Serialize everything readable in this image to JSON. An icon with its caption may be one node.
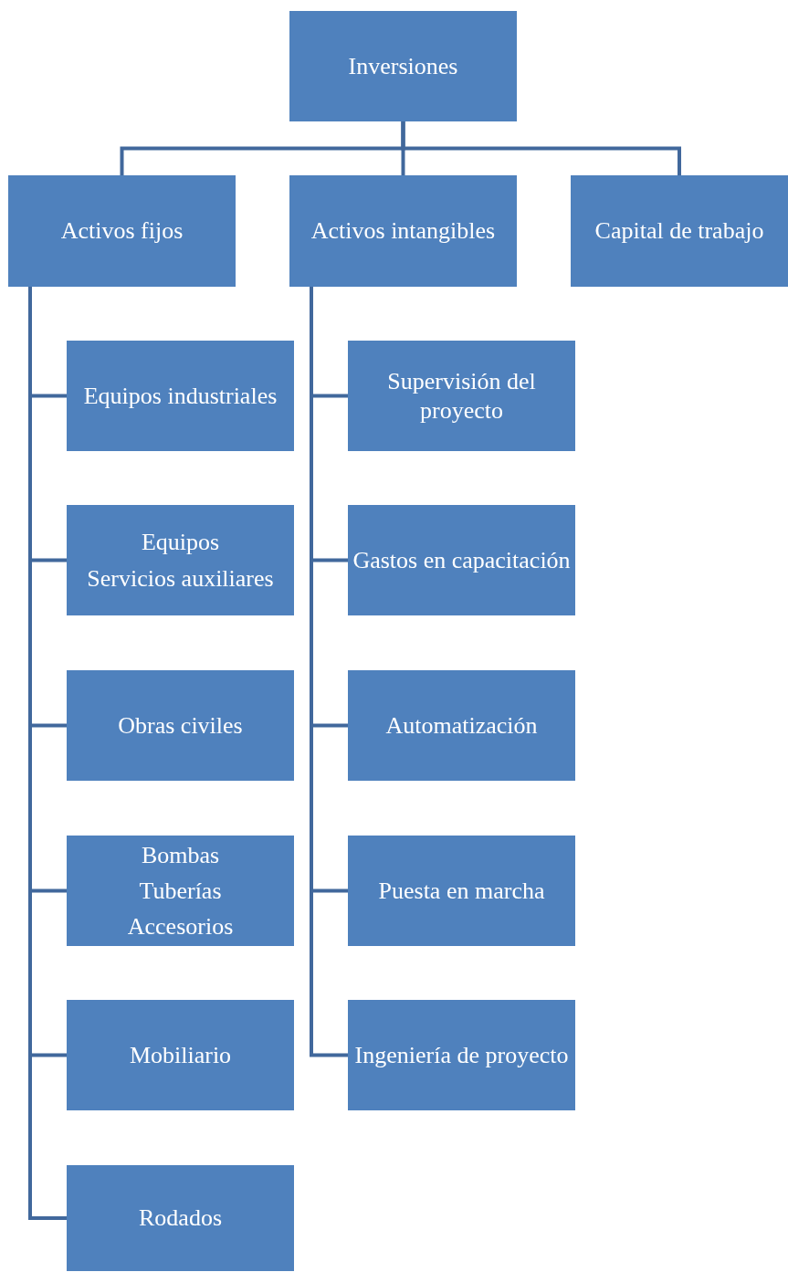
{
  "diagram": {
    "nodes": [
      {
        "text": [
          "Inversiones"
        ]
      },
      {
        "text": [
          "Activos fijos"
        ]
      },
      {
        "text": [
          "Activos intangibles"
        ]
      },
      {
        "text": [
          "Capital de trabajo"
        ]
      },
      {
        "text": [
          "Equipos industriales"
        ]
      },
      {
        "text": [
          "Equipos",
          "Servicios auxiliares"
        ]
      },
      {
        "text": [
          "Obras civiles"
        ]
      },
      {
        "text": [
          "Bombas",
          "Tuberías",
          "Accesorios"
        ]
      },
      {
        "text": [
          "Mobiliario"
        ]
      },
      {
        "text": [
          "Rodados"
        ]
      },
      {
        "text": [
          "Supervisión del proyecto"
        ]
      },
      {
        "text": [
          "Gastos en capacitación"
        ]
      },
      {
        "text": [
          "Automatización"
        ]
      },
      {
        "text": [
          "Puesta en marcha"
        ]
      },
      {
        "text": [
          "Ingeniería de proyecto"
        ]
      }
    ],
    "edges": [
      {
        "from": 0,
        "to": 1,
        "arrow": "none"
      },
      {
        "from": 0,
        "to": 2,
        "arrow": "none"
      },
      {
        "from": 0,
        "to": 3,
        "arrow": "none"
      },
      {
        "from": 1,
        "to": 4,
        "arrow": "none"
      },
      {
        "from": 1,
        "to": 5,
        "arrow": "none"
      },
      {
        "from": 1,
        "to": 6,
        "arrow": "none"
      },
      {
        "from": 1,
        "to": 7,
        "arrow": "none"
      },
      {
        "from": 1,
        "to": 8,
        "arrow": "none"
      },
      {
        "from": 1,
        "to": 9,
        "arrow": "none"
      },
      {
        "from": 2,
        "to": 10,
        "arrow": "none"
      },
      {
        "from": 2,
        "to": 11,
        "arrow": "none"
      },
      {
        "from": 2,
        "to": 12,
        "arrow": "none"
      },
      {
        "from": 2,
        "to": 13,
        "arrow": "none"
      },
      {
        "from": 2,
        "to": 14,
        "arrow": "none"
      }
    ]
  }
}
